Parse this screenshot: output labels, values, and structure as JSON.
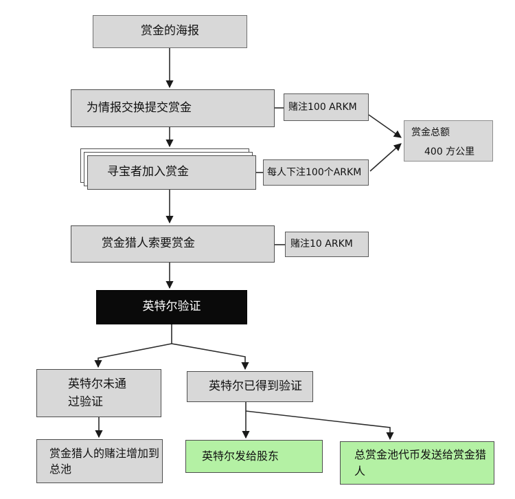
{
  "diagram": {
    "type": "flowchart",
    "colors": {
      "node_fill": "#d8d8d8",
      "node_border": "#4d4d4d",
      "verify_fill": "#0a0a0a",
      "verify_text": "#ffffff",
      "green_fill": "#b4f1a4",
      "line": "#2b2b2b",
      "background": "#ffffff"
    },
    "nodes": {
      "poster": {
        "label": "赏金的海报"
      },
      "submit_bounty": {
        "label": "为情报交换提交赏金"
      },
      "stake_100": {
        "label": "赌注100 ARKM"
      },
      "hunters_join": {
        "label": "寻宝者加入赏金"
      },
      "each_stake_100": {
        "label": "每人下注100个ARKM"
      },
      "bounty_total": {
        "title": "赏金总额",
        "value": "400 方公里"
      },
      "hunter_claims": {
        "label": "赏金猎人索要赏金"
      },
      "stake_10": {
        "label": "赌注10 ARKM"
      },
      "intel_verification": {
        "label": "英特尔验证"
      },
      "intel_not_verified": {
        "label": "英特尔未通过验证"
      },
      "intel_verified": {
        "label": "英特尔已得到验证"
      },
      "stake_added_to_pool": {
        "label": "赏金猎人的赌注增加到总池"
      },
      "intel_sent_to_stakers": {
        "label": "英特尔发给股东"
      },
      "pool_sent_to_hunter": {
        "label": "总赏金池代币发送给赏金猎人"
      }
    }
  }
}
